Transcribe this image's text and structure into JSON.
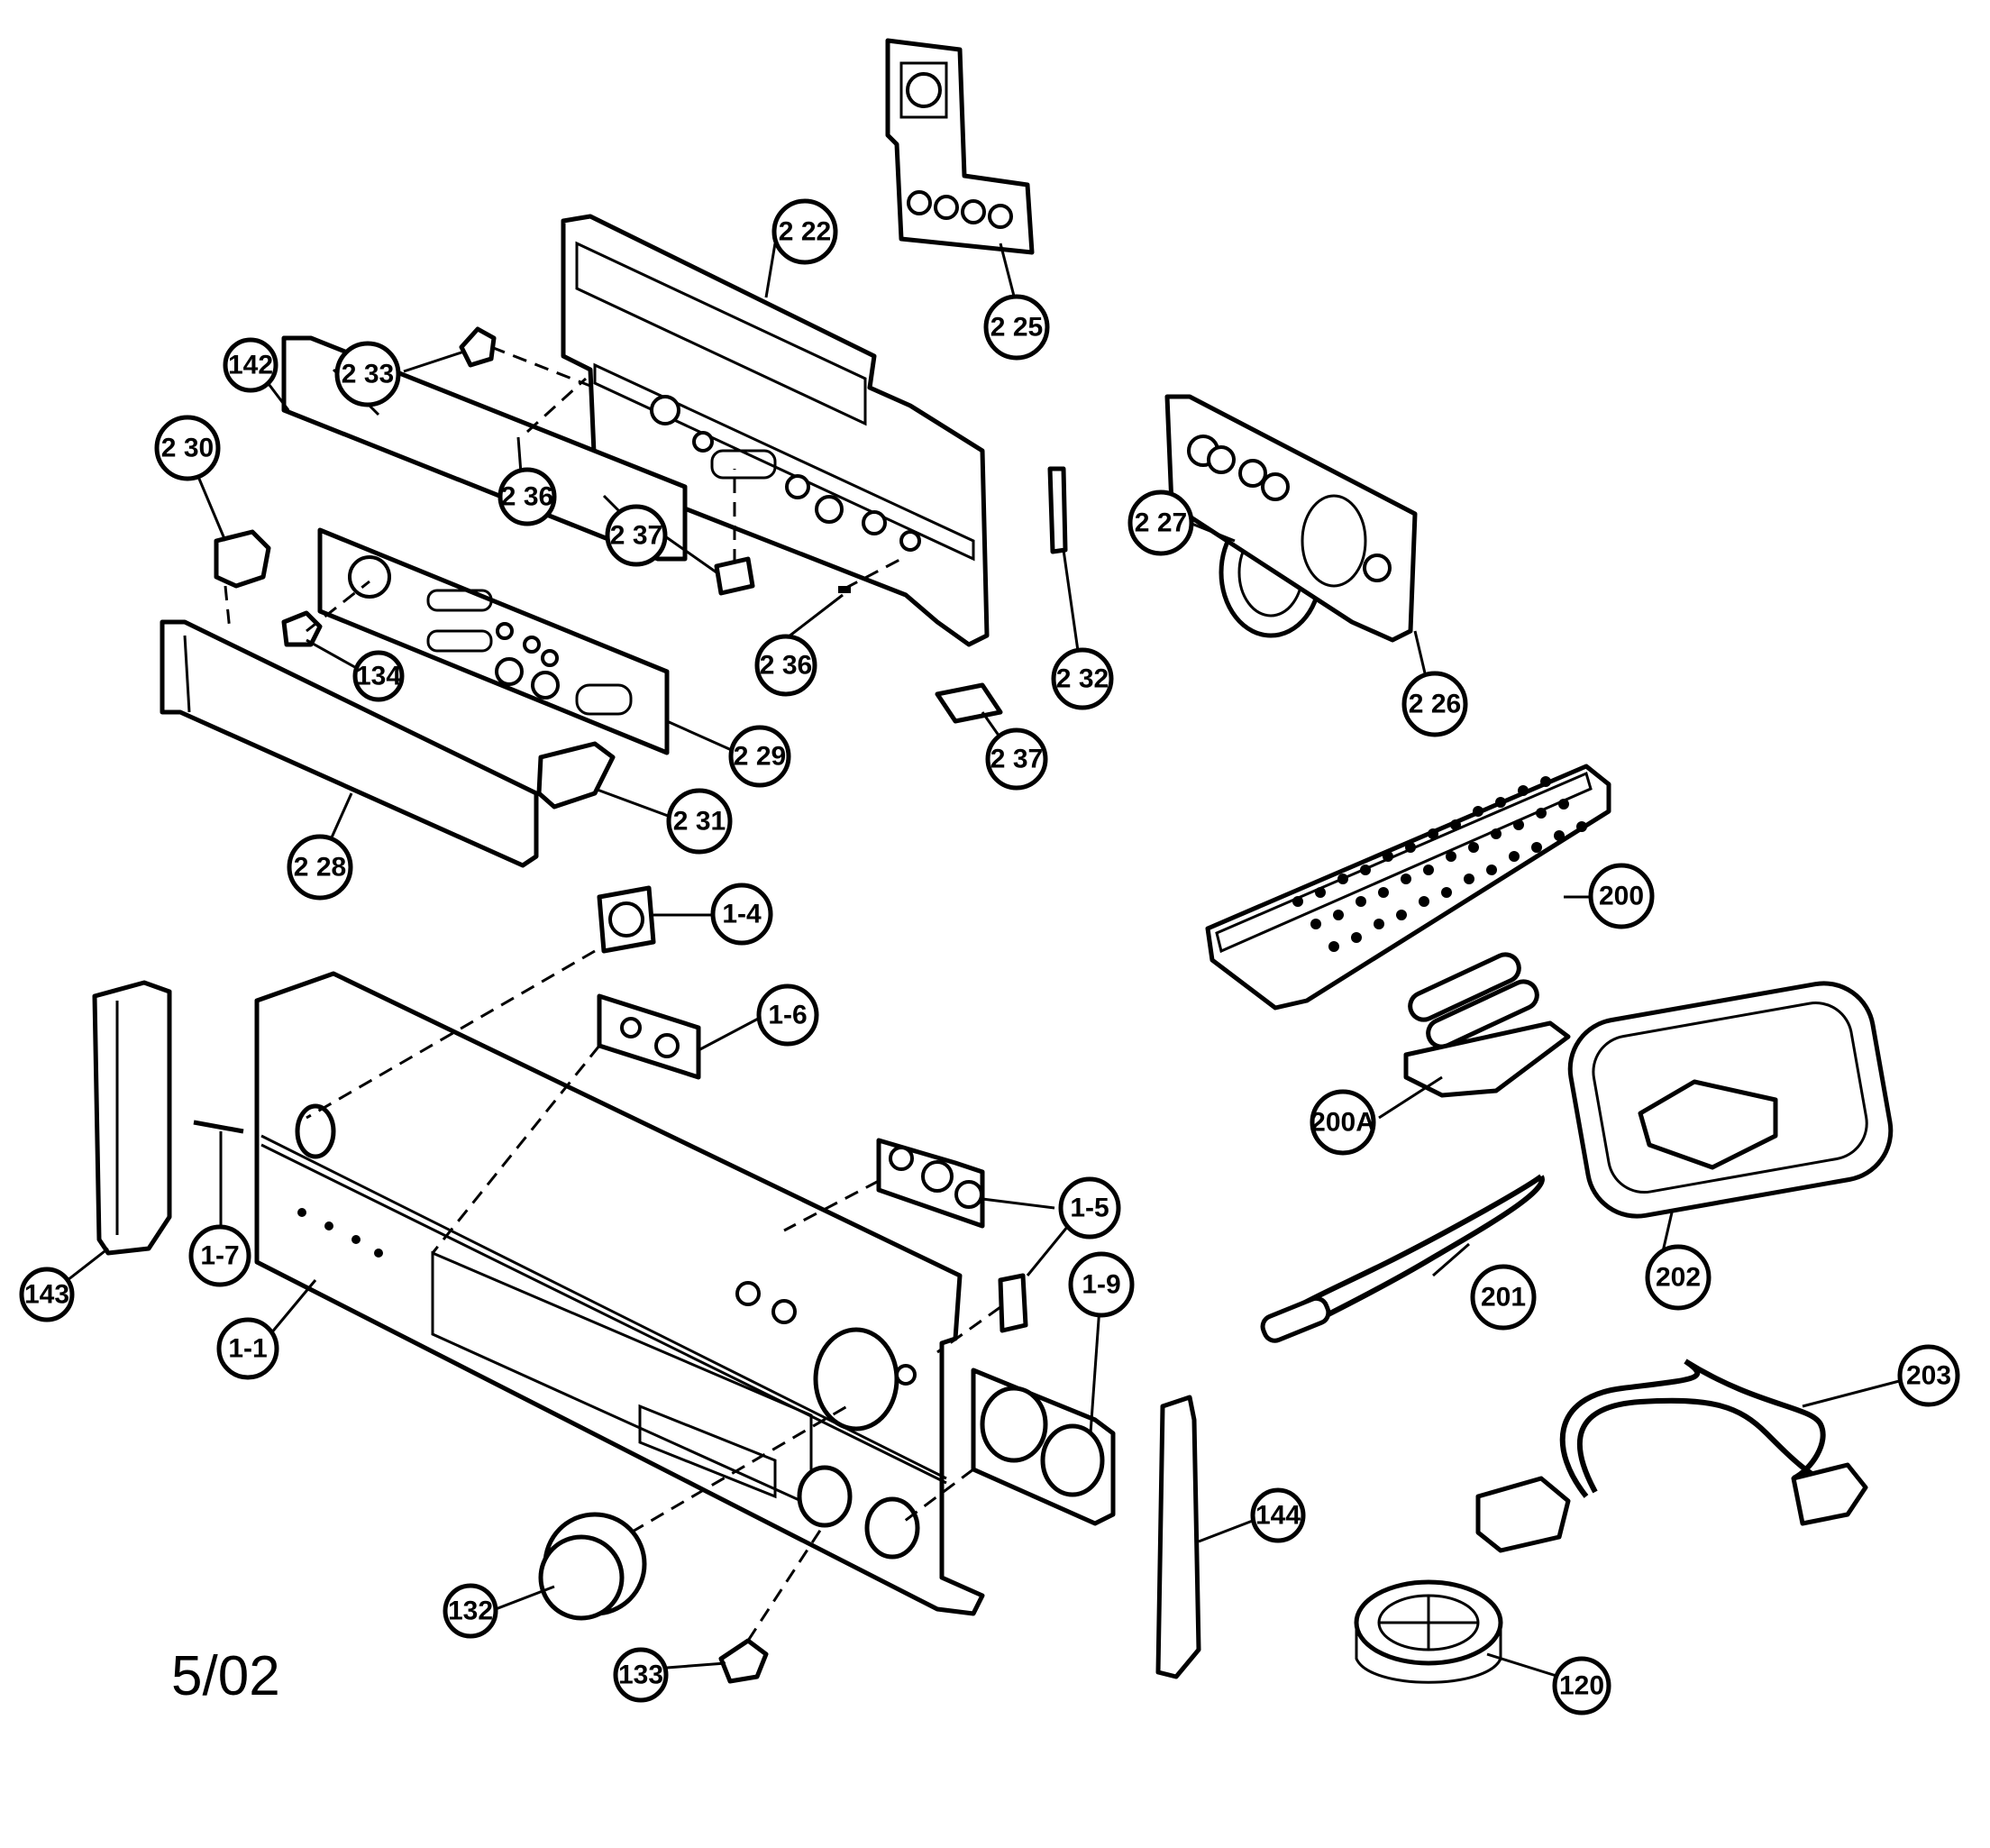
{
  "diagram": {
    "date_code": "5/02",
    "callouts": [
      "2 22",
      "2 25",
      "2 33",
      "142",
      "2 30",
      "2 36",
      "2 37",
      "2 36",
      "2 32",
      "2 37",
      "2 27",
      "2 26",
      "134",
      "2 29",
      "2 31",
      "2 28",
      "1-4",
      "1-6",
      "200",
      "200A",
      "143",
      "1-7",
      "1-5",
      "1-1",
      "1-9",
      "201",
      "202",
      "203",
      "144",
      "132",
      "133",
      "120"
    ]
  }
}
